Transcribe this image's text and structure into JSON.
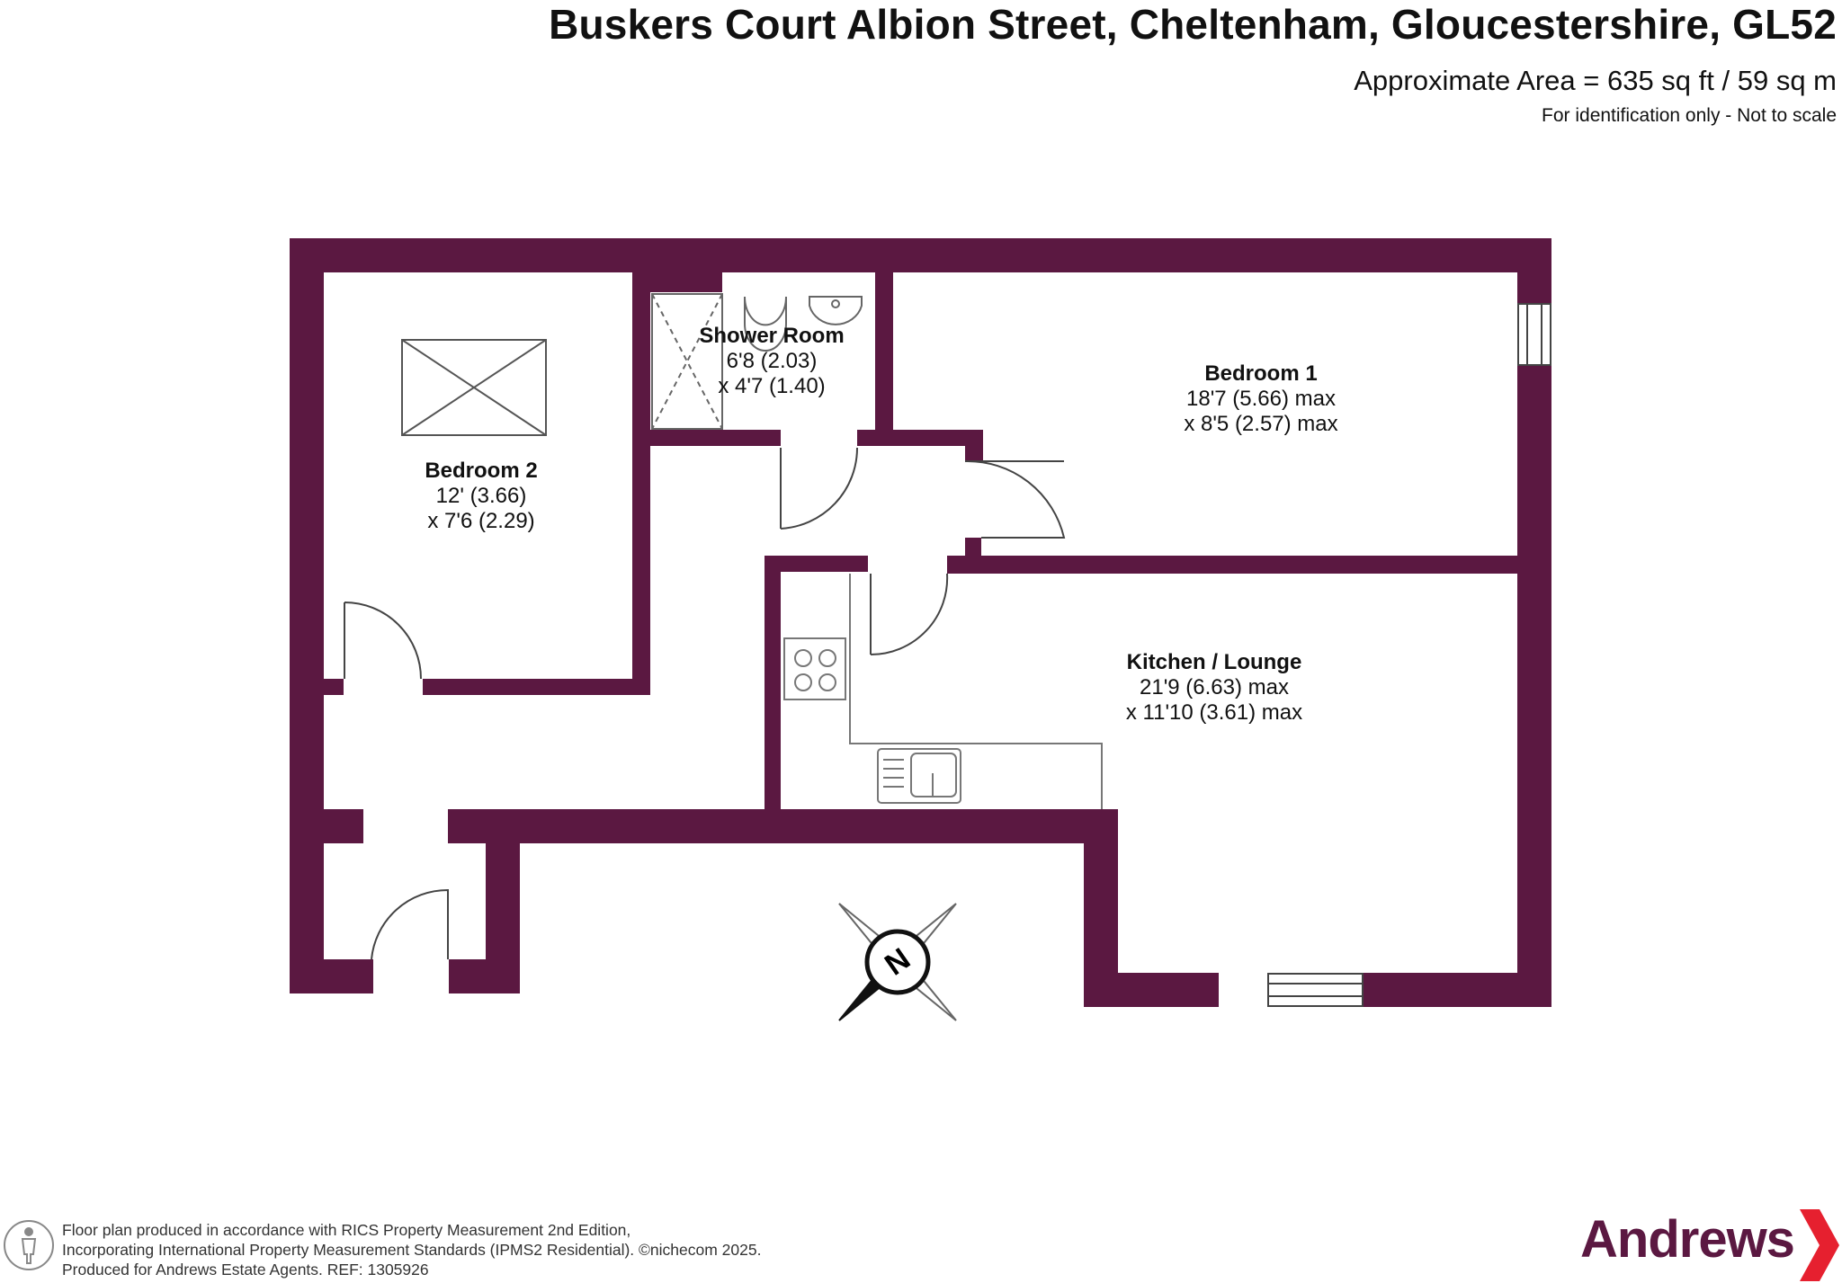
{
  "header": {
    "title": "Buskers Court Albion Street, Cheltenham, Gloucestershire, GL52",
    "area": "Approximate Area = 635 sq ft / 59 sq m",
    "disclaimer": "For identification only - Not to scale"
  },
  "rooms": [
    {
      "name": "Shower Room",
      "dim1": "6'8 (2.03)",
      "dim2": "x 4'7 (1.40)"
    },
    {
      "name": "Bedroom 1",
      "dim1": "18'7 (5.66) max",
      "dim2": "x 8'5 (2.57) max"
    },
    {
      "name": "Bedroom 2",
      "dim1": "12' (3.66)",
      "dim2": "x 7'6 (2.29)"
    },
    {
      "name": "Kitchen / Lounge",
      "dim1": "21'9 (6.63) max",
      "dim2": "x 11'10 (3.61) max"
    }
  ],
  "compass": {
    "label": "N"
  },
  "footer": {
    "line1": "Floor plan produced in accordance with RICS Property Measurement 2nd Edition,",
    "line2": "Incorporating International Property Measurement Standards (IPMS2 Residential).   ©nichecom 2025.",
    "line3": "Produced for Andrews Estate Agents.   REF: 1305926"
  },
  "brand": {
    "name": "Andrews"
  },
  "colors": {
    "wall": "#5b1841",
    "brand": "#5b1841",
    "fixture": "#777777"
  },
  "icons": [
    "accessibility-person-icon",
    "compass-rose-icon",
    "brand-chevron-icon"
  ]
}
